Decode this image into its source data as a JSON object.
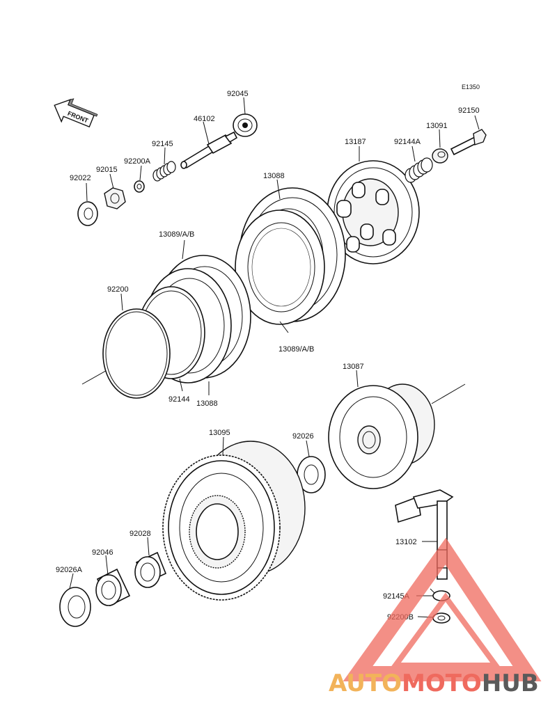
{
  "diagram": {
    "code": "E1350",
    "front_label": "FRONT",
    "parts": [
      {
        "id": "p92045",
        "label": "92045"
      },
      {
        "id": "p46102",
        "label": "46102"
      },
      {
        "id": "p92145",
        "label": "92145"
      },
      {
        "id": "p92200A",
        "label": "92200A"
      },
      {
        "id": "p92015",
        "label": "92015"
      },
      {
        "id": "p92022",
        "label": "92022"
      },
      {
        "id": "p13187",
        "label": "13187"
      },
      {
        "id": "p92144A",
        "label": "92144A"
      },
      {
        "id": "p13091",
        "label": "13091"
      },
      {
        "id": "p92150",
        "label": "92150"
      },
      {
        "id": "p13088a",
        "label": "13088"
      },
      {
        "id": "p13089a",
        "label": "13089/A/B"
      },
      {
        "id": "p92200",
        "label": "92200"
      },
      {
        "id": "p92144",
        "label": "92144"
      },
      {
        "id": "p13088b",
        "label": "13088"
      },
      {
        "id": "p13089b",
        "label": "13089/A/B"
      },
      {
        "id": "p13087",
        "label": "13087"
      },
      {
        "id": "p13095",
        "label": "13095"
      },
      {
        "id": "p92026",
        "label": "92026"
      },
      {
        "id": "p92028",
        "label": "92028"
      },
      {
        "id": "p92046",
        "label": "92046"
      },
      {
        "id": "p92026A",
        "label": "92026A"
      },
      {
        "id": "p13102",
        "label": "13102"
      },
      {
        "id": "p92145A",
        "label": "92145A"
      },
      {
        "id": "p92200B",
        "label": "92200B"
      }
    ]
  },
  "watermark": {
    "part1": "AUTO",
    "part2": "MOTO",
    "part3": "HUB",
    "color1": "#f2b35a",
    "color2": "#ef6a5e",
    "color3": "#5a5a5a",
    "triangle_color": "#ef6a5e"
  }
}
